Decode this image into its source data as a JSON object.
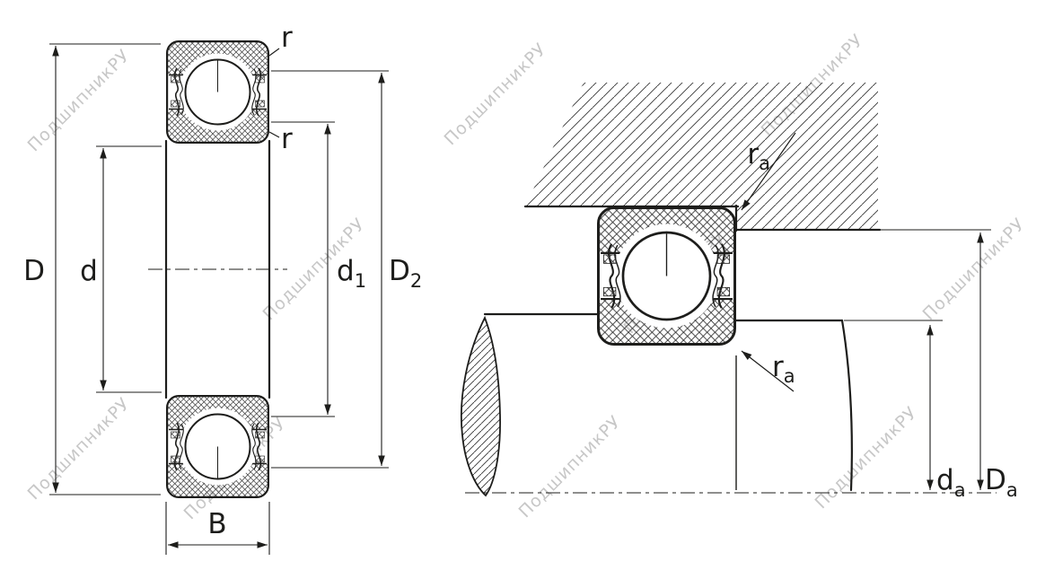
{
  "watermark": {
    "text": "ПодшипникРУ"
  },
  "front_view": {
    "labels": {
      "D": "D",
      "d": "d",
      "d1_base": "d",
      "d1_sub": "1",
      "D2_base": "D",
      "D2_sub": "2",
      "B": "B",
      "r_top": "r",
      "r_mid": "r"
    }
  },
  "mounted_view": {
    "labels": {
      "ra_upper_base": "r",
      "ra_upper_sub": "a",
      "ra_lower_base": "r",
      "ra_lower_sub": "a",
      "da_base": "d",
      "da_sub": "a",
      "Da_base": "D",
      "Da_sub": "a"
    }
  },
  "colors": {
    "line": "#1d1d1b",
    "hatch": "#3c3c3c",
    "watermark": "#c7c7c7",
    "background": "#ffffff"
  }
}
